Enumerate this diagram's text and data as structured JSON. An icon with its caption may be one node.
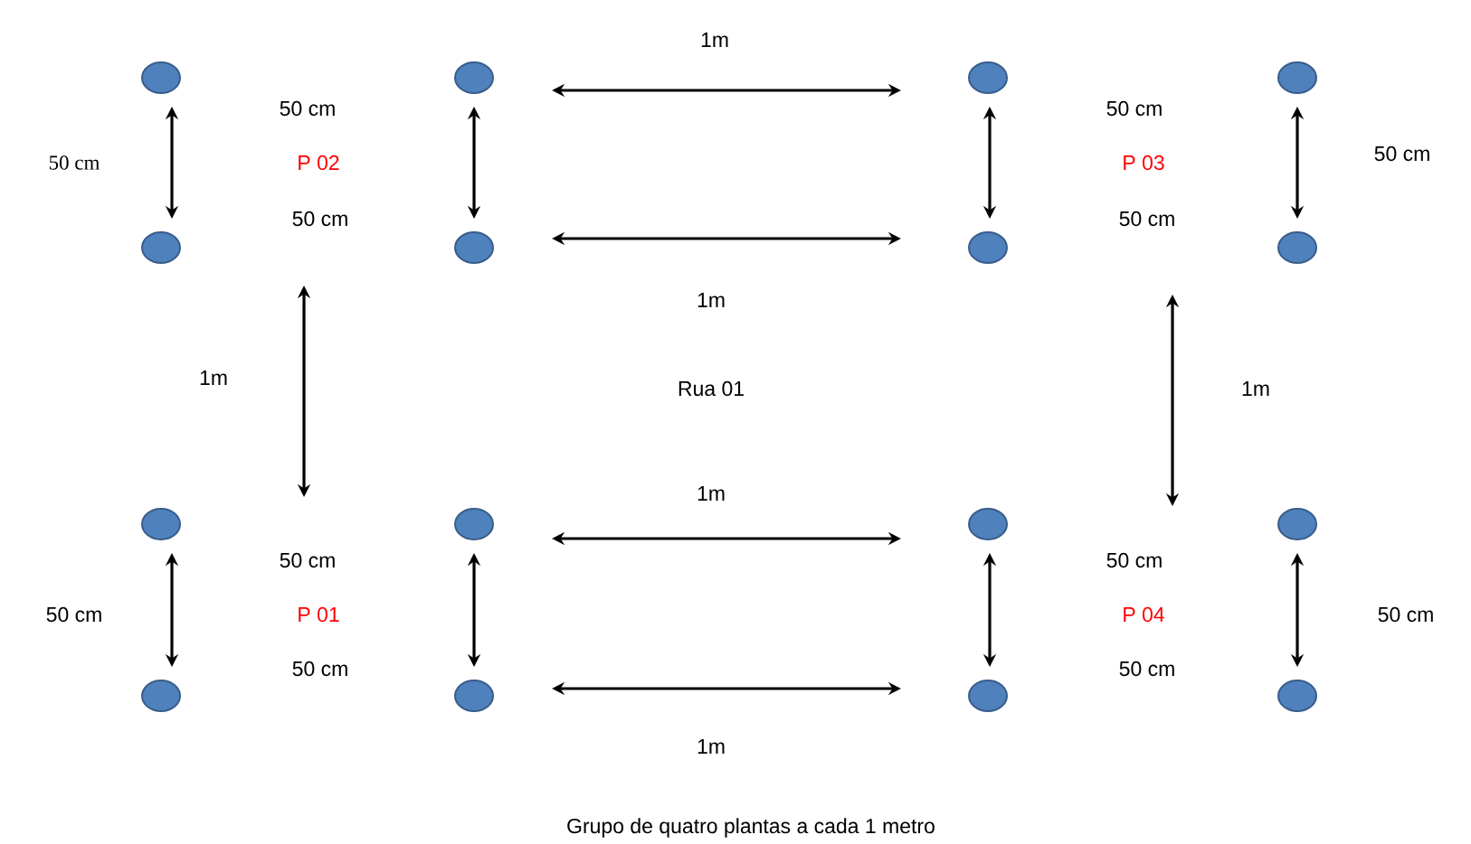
{
  "diagram": {
    "caption": "Grupo de quatro plantas a cada 1 metro",
    "nodes": [
      {
        "text": [],
        "shape": "circle"
      },
      {
        "text": [],
        "shape": "circle"
      },
      {
        "text": [],
        "shape": "circle"
      },
      {
        "text": [],
        "shape": "circle"
      },
      {
        "text": [],
        "shape": "circle"
      },
      {
        "text": [],
        "shape": "circle"
      },
      {
        "text": [],
        "shape": "circle"
      },
      {
        "text": [],
        "shape": "circle"
      },
      {
        "text": [],
        "shape": "circle"
      },
      {
        "text": [],
        "shape": "circle"
      },
      {
        "text": [],
        "shape": "circle"
      },
      {
        "text": [],
        "shape": "circle"
      },
      {
        "text": [],
        "shape": "circle"
      },
      {
        "text": [],
        "shape": "circle"
      },
      {
        "text": [],
        "shape": "circle"
      },
      {
        "text": [],
        "shape": "circle"
      }
    ],
    "labels": [
      "1m",
      "50 cm",
      "50 cm",
      "50 cm",
      "50 cm",
      "P 02",
      "P 03",
      "50 cm",
      "50 cm",
      "1m",
      "1m",
      "Rua 01",
      "1m",
      "1m",
      "50 cm",
      "50 cm",
      "50 cm",
      "P 01",
      "P 04",
      "50 cm",
      "50 cm",
      "50 cm",
      "1m"
    ]
  }
}
